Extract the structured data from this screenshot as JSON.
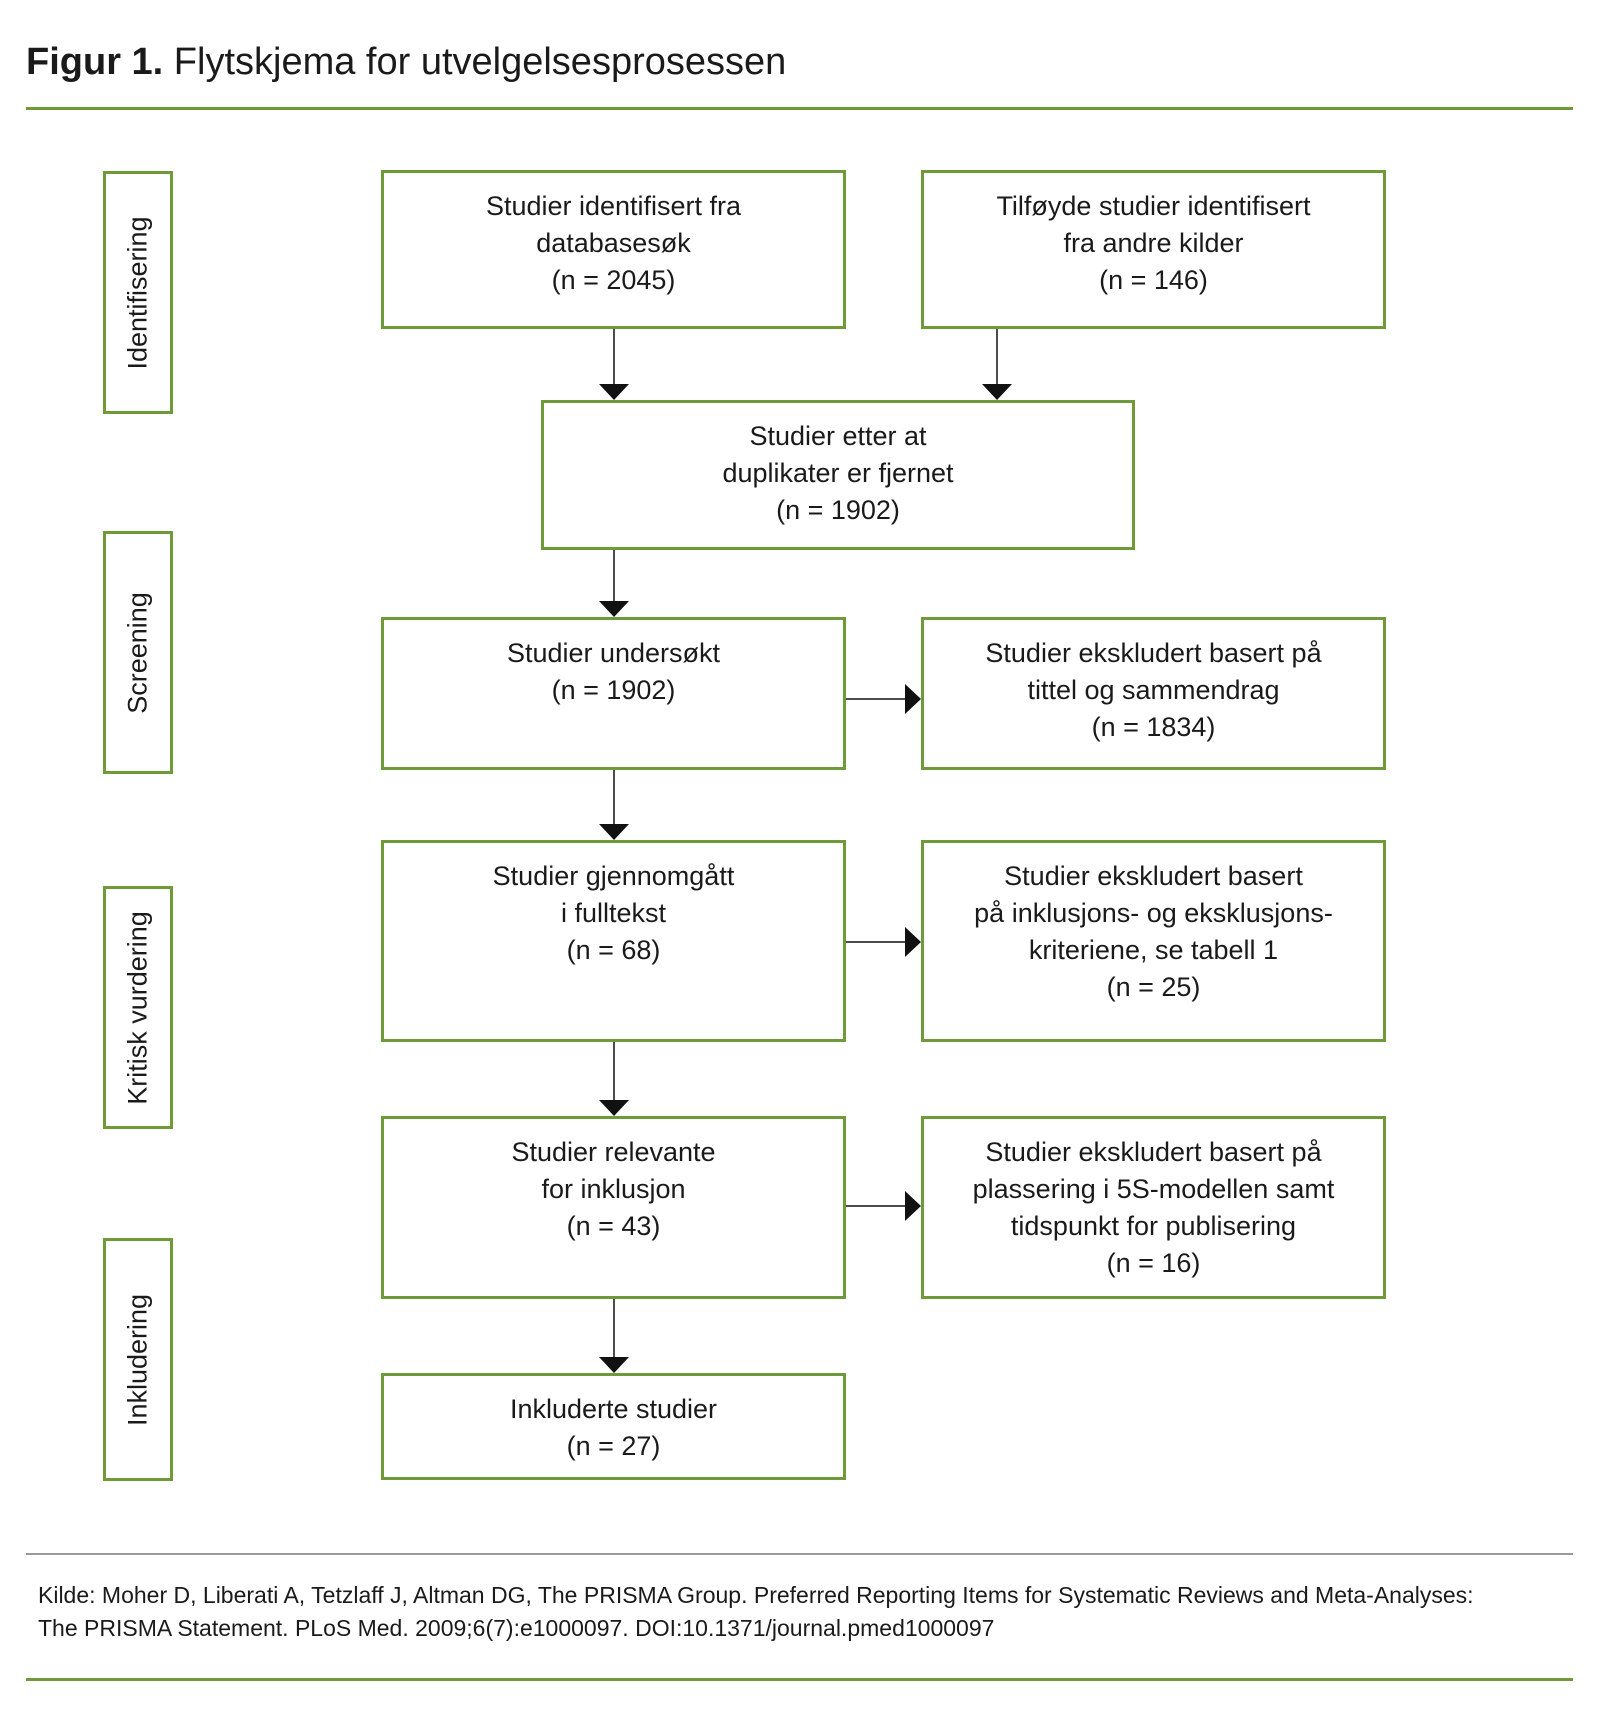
{
  "figure": {
    "label": "Figur 1.",
    "title": "Flytskjema for utvelgelsesprosessen"
  },
  "stages": [
    "Identifisering",
    "Screening",
    "Kritisk vurdering",
    "Inkludering"
  ],
  "boxes": {
    "database_search": [
      "Studier identifisert fra",
      "databasesøk",
      "(n = 2045)"
    ],
    "other_sources": [
      "Tilføyde studier identifisert",
      "fra andre kilder",
      "(n = 146)"
    ],
    "after_duplicates": [
      "Studier etter at",
      "duplikater er fjernet",
      "(n = 1902)"
    ],
    "screened": [
      "Studier undersøkt",
      "(n = 1902)"
    ],
    "excluded_title": [
      "Studier ekskludert basert på",
      "tittel og sammendrag",
      "(n = 1834)"
    ],
    "fulltext": [
      "Studier gjennomgått",
      "i fulltekst",
      "(n = 68)"
    ],
    "excluded_criteria": [
      "Studier ekskludert basert",
      "på inklusjons- og eksklusjons-",
      "kriteriene, se tabell 1",
      "(n = 25)"
    ],
    "relevant": [
      "Studier relevante",
      "for inklusjon",
      "(n = 43)"
    ],
    "excluded_5s": [
      "Studier ekskludert basert på",
      "plassering i 5S-modellen samt",
      "tidspunkt for publisering",
      "(n = 16)"
    ],
    "included": [
      "Inkluderte studier",
      "(n = 27)"
    ]
  },
  "source": [
    "Kilde: Moher D, Liberati A, Tetzlaff J, Altman DG, The PRISMA Group. Preferred Reporting Items for Systematic Reviews and Meta-Analyses:",
    "The PRISMA Statement. PLoS Med. 2009;6(7):e1000097. DOI:10.1371/journal.pmed1000097"
  ],
  "colors": {
    "box_border": "#6f9a3a",
    "rule_green": "#6f9a3a",
    "rule_grey": "#9a9a9a",
    "arrow": "#111111"
  }
}
